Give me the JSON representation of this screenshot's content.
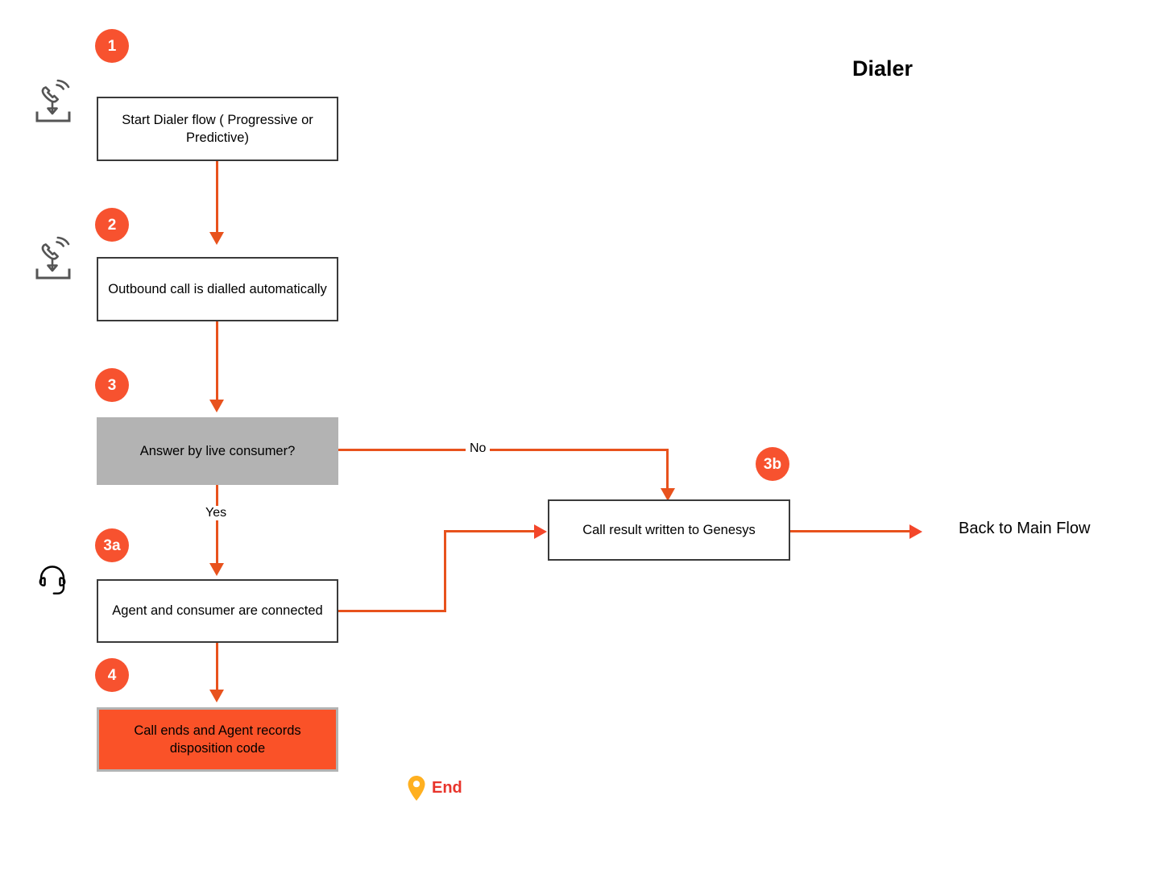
{
  "diagram": {
    "title": "Dialer",
    "colors": {
      "connector": "#E8521D",
      "badge": "#F7522F",
      "decision_fill": "#B3B3B3",
      "terminal_fill": "#FA5228",
      "terminal_border": "#B3B3B3",
      "process_border": "#3A3A3A",
      "end_pin": "#FFB020",
      "end_text": "#E8342B",
      "icon_stroke": "#555555"
    }
  },
  "badges": [
    {
      "id": "b1",
      "label": "1"
    },
    {
      "id": "b2",
      "label": "2"
    },
    {
      "id": "b3",
      "label": "3"
    },
    {
      "id": "b3a",
      "label": "3a"
    },
    {
      "id": "b3b",
      "label": "3b"
    },
    {
      "id": "b4",
      "label": "4"
    }
  ],
  "nodes": {
    "start_dialer": {
      "text": "Start Dialer flow ( Progressive or Predictive)",
      "type": "process"
    },
    "outbound_call": {
      "text": "Outbound call is dialled automatically",
      "type": "process"
    },
    "decision": {
      "text": "Answer by live consumer?",
      "type": "decision"
    },
    "agent_connected": {
      "text": "Agent and consumer are connected",
      "type": "process"
    },
    "call_ends": {
      "text": "Call ends and Agent records disposition code",
      "type": "terminal"
    },
    "genesys": {
      "text": "Call result written to Genesys",
      "type": "process"
    },
    "back_to_main": {
      "text": "Back to Main Flow",
      "type": "text"
    }
  },
  "edge_labels": {
    "no": "No",
    "yes": "Yes"
  },
  "end_marker": {
    "label": "End"
  },
  "icons": {
    "inbound_call_1": "inbound-call-icon",
    "inbound_call_2": "inbound-call-icon",
    "headset": "headset-icon",
    "location_pin": "location-pin-icon"
  }
}
